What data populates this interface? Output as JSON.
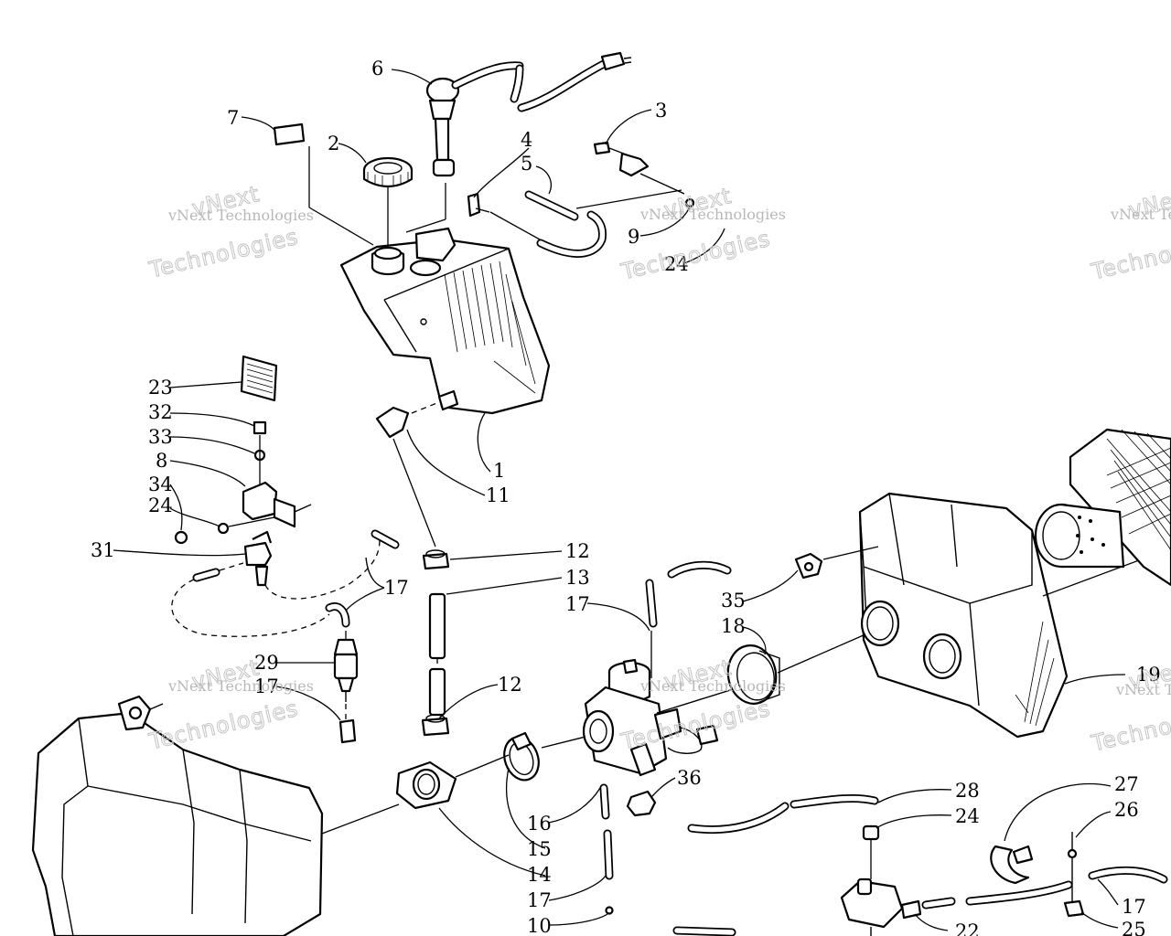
{
  "watermark": {
    "line1": "vNext Technologies",
    "line2": "vNext",
    "line3": "Technologies"
  },
  "callouts": {
    "c1": "1",
    "c2": "2",
    "c3": "3",
    "c4": "4",
    "c5": "5",
    "c6": "6",
    "c7": "7",
    "c8": "8",
    "c9": "9",
    "c10": "10",
    "c11": "11",
    "c12a": "12",
    "c12b": "12",
    "c13": "13",
    "c14": "14",
    "c15": "15",
    "c16": "16",
    "c17a": "17",
    "c17b": "17",
    "c17c": "17",
    "c17d": "17",
    "c17e": "17",
    "c18": "18",
    "c19": "19",
    "c22": "22",
    "c23": "23",
    "c24a": "24",
    "c24b": "24",
    "c24c": "24",
    "c25": "25",
    "c26": "26",
    "c27": "27",
    "c28": "28",
    "c29": "29",
    "c31": "31",
    "c32": "32",
    "c33": "33",
    "c34": "34",
    "c35": "35",
    "c36": "36"
  },
  "colors": {
    "ink": "#000000",
    "paper": "#ffffff",
    "watermark": "#c4c4c4"
  }
}
